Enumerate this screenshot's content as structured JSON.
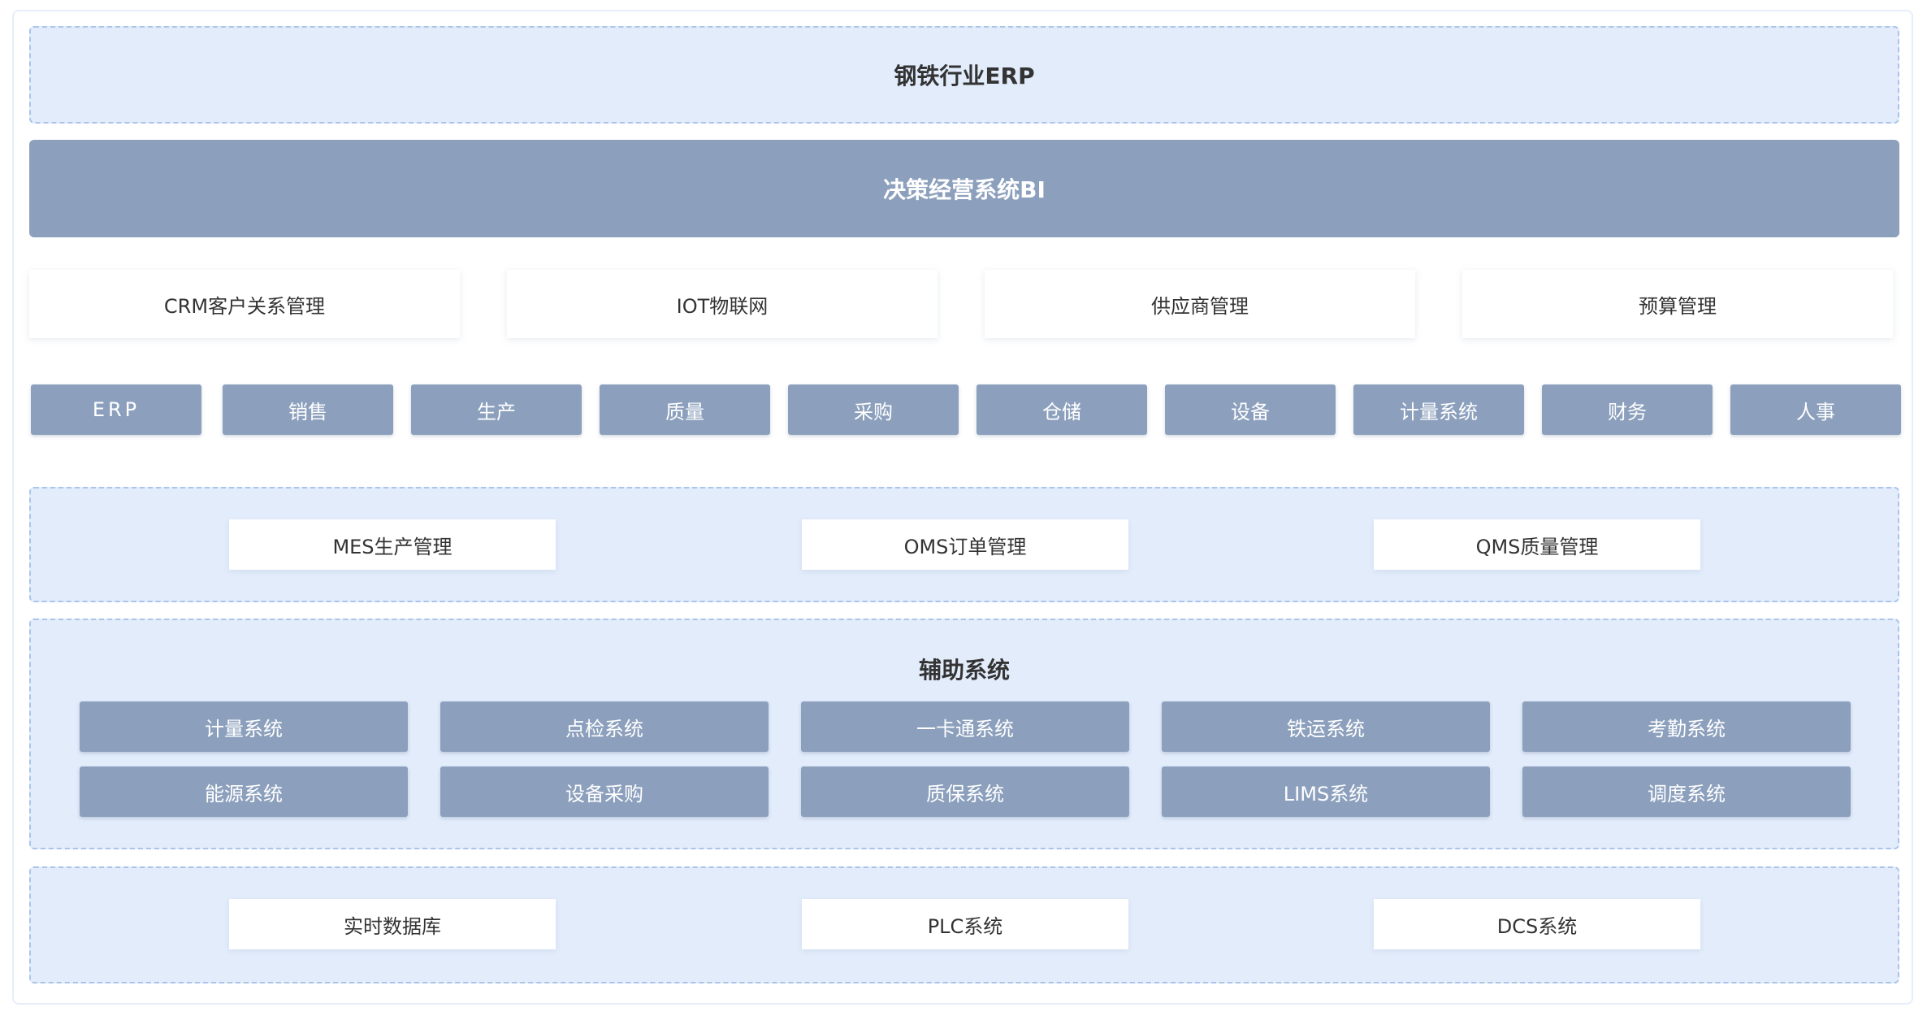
{
  "title": "钢铁行业ERP",
  "bi": "决策经营系统BI",
  "top_modules": [
    "CRM客户关系管理",
    "IOT物联网",
    "供应商管理",
    "预算管理"
  ],
  "erp_row": [
    "ERP",
    "销售",
    "生产",
    "质量",
    "采购",
    "仓储",
    "设备",
    "计量系统",
    "财务",
    "人事"
  ],
  "mes_row": [
    "MES生产管理",
    "OMS订单管理",
    "QMS质量管理"
  ],
  "aux": {
    "title": "辅助系统",
    "row1": [
      "计量系统",
      "点检系统",
      "一卡通系统",
      "铁运系统",
      "考勤系统"
    ],
    "row2": [
      "能源系统",
      "设备采购",
      "质保系统",
      "LIMS系统",
      "调度系统"
    ]
  },
  "base_row": [
    "实时数据库",
    "PLC系统",
    "DCS系统"
  ]
}
